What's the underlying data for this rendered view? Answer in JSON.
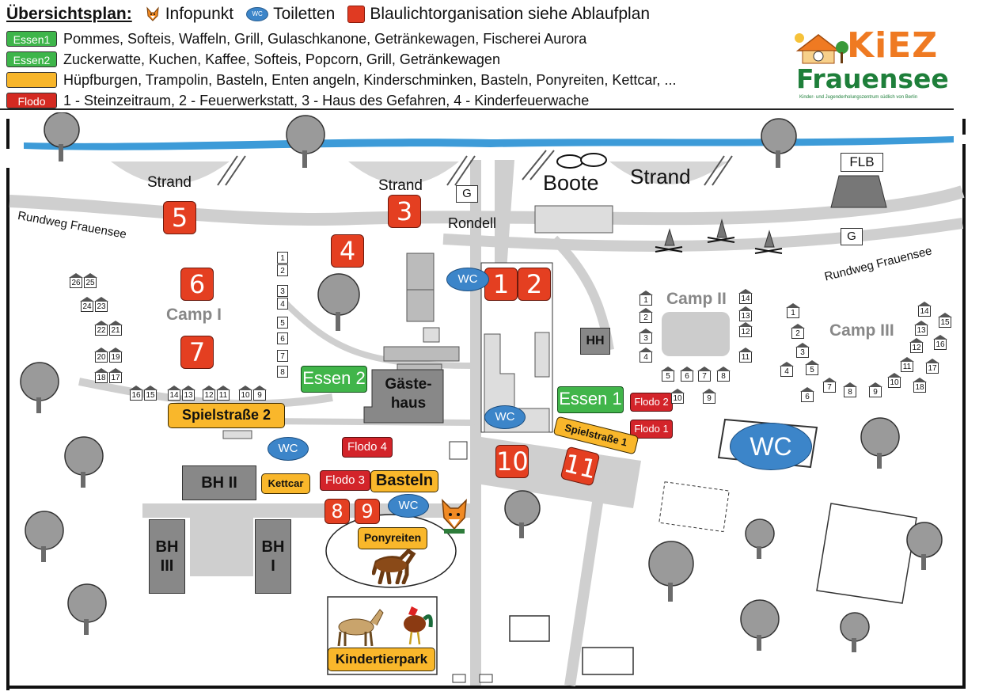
{
  "header": {
    "title": "Übersichtsplan:",
    "legend_info": "Infopunkt",
    "legend_wc_icon_text": "WC",
    "legend_wc": "Toiletten",
    "legend_blaulicht": "Blaulichtorganisation siehe Ablaufplan",
    "rows": [
      {
        "tag": "Essen1",
        "text": "Pommes, Softeis, Waffeln, Grill, Gulaschkanone, Getränkewagen, Fischerei Aurora"
      },
      {
        "tag": "Essen2",
        "text": "Zuckerwatte, Kuchen, Kaffee, Softeis, Popcorn, Grill, Getränkewagen"
      },
      {
        "tag": "",
        "text": "Hüpfburgen, Trampolin, Basteln, Enten angeln, Kinderschminken, Basteln, Ponyreiten, Kettcar, ..."
      },
      {
        "tag": "Flodo",
        "text": "1 - Steinzeitraum, 2 - Feuerwerkstatt, 3 - Haus des Gefahren, 4 - Kinderfeuerwache"
      }
    ]
  },
  "logo": {
    "line1": "KiEZ",
    "line2": "Frauensee",
    "tagline": "Kinder- und Jugenderholungszentrum südlich von Berlin"
  },
  "map": {
    "strand": "Strand",
    "boote": "Boote",
    "rondell": "Rondell",
    "rundweg1": "Rundweg  Frauensee",
    "rundweg2": "Rundweg  Frauensee",
    "flb": "FLB",
    "g": "G",
    "hh": "HH",
    "camp1": "Camp I",
    "camp2": "Camp II",
    "camp3": "Camp III",
    "essen1": "Essen 1",
    "essen2": "Essen 2",
    "gaestehaus": "Gäste-\nhaus",
    "spielstrasse1": "Spielstraße 1",
    "spielstrasse2": "Spielstraße 2",
    "kettcar": "Kettcar",
    "basteln": "Basteln",
    "ponyreiten": "Ponyreiten",
    "kindertierpark": "Kindertierpark",
    "bh1": "BH\nI",
    "bh2": "BH II",
    "bh3": "BH\nIII",
    "flodo1": "Flodo 1",
    "flodo2": "Flodo 2",
    "flodo3": "Flodo 3",
    "flodo4": "Flodo 4",
    "wc": "WC",
    "red_numbers": [
      "1",
      "2",
      "3",
      "4",
      "5",
      "6",
      "7",
      "8",
      "9",
      "10",
      "11"
    ],
    "camp1_huts": [
      "26",
      "25",
      "24",
      "23",
      "22",
      "21",
      "20",
      "19",
      "18",
      "17",
      "16",
      "15",
      "14",
      "13",
      "12",
      "11",
      "10",
      "9"
    ],
    "camp1_arrows": [
      "1",
      "2",
      "3",
      "4",
      "5",
      "6",
      "7",
      "8"
    ],
    "camp2_huts": [
      "1",
      "2",
      "3",
      "4",
      "5",
      "6",
      "7",
      "8",
      "9",
      "10",
      "11",
      "12",
      "13",
      "14"
    ],
    "camp3_huts": [
      "1",
      "2",
      "3",
      "4",
      "5",
      "6",
      "7",
      "8",
      "9",
      "10",
      "11",
      "12",
      "13",
      "14",
      "15",
      "16",
      "17",
      "18"
    ]
  },
  "colors": {
    "red": "#e43f21",
    "flodo_red": "#d3242a",
    "green": "#41b54a",
    "yellow": "#f9b72b",
    "wc_blue": "#3c85c9",
    "path_gray": "#cfcfcf",
    "building_gray": "#888888",
    "water": "#3d9bd8"
  }
}
